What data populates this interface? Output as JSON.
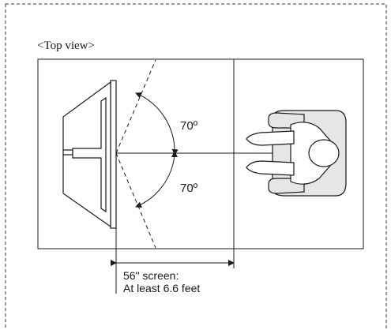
{
  "diagram": {
    "view_label": "<Top view>",
    "angle_upper": "70º",
    "angle_lower": "70º",
    "screen_size": "56\" screen:",
    "distance": "At least 6.6 feet"
  },
  "colors": {
    "line": "#1a1a1a",
    "chair_fill": "#e6e6e6",
    "person_fill": "#ffffff",
    "frame_dash": "#333333"
  }
}
